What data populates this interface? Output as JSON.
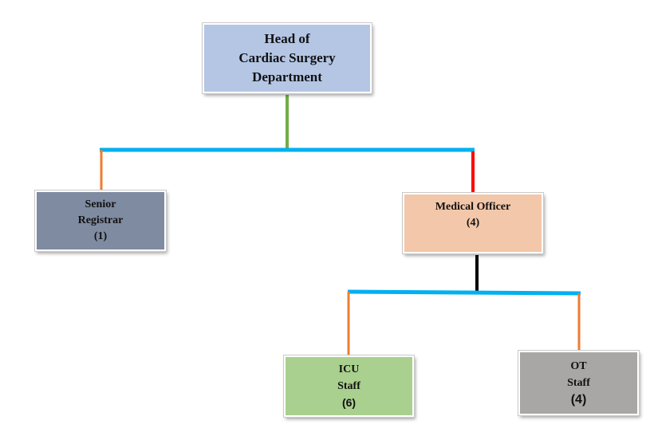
{
  "nodes": {
    "head": {
      "lines": [
        "Head of",
        "Cardiac Surgery",
        "Department"
      ]
    },
    "senior_registrar": {
      "lines": [
        "Senior",
        "Registrar",
        "(1)"
      ]
    },
    "medical_officer": {
      "lines": [
        "Medical Officer",
        "(4)"
      ]
    },
    "icu_staff": {
      "lines": [
        "ICU",
        "Staff",
        "(6)"
      ]
    },
    "ot_staff": {
      "lines": [
        "OT",
        "Staff",
        "(4)"
      ]
    }
  },
  "connector_colors": {
    "head_stem": "#70ad47",
    "top_bus": "#00b0f0",
    "senior_drop": "#ed7d31",
    "mo_drop": "#ff0000",
    "mo_stem": "#000000",
    "bottom_bus": "#00b0f0",
    "icu_drop": "#ed7d31",
    "ot_drop": "#ed7d31"
  },
  "node_colors": {
    "head": "#b4c6e4",
    "senior_registrar": "#7f8ba1",
    "medical_officer": "#f3c7a9",
    "icu_staff": "#a9d08e",
    "ot_staff": "#a9a6a6"
  }
}
